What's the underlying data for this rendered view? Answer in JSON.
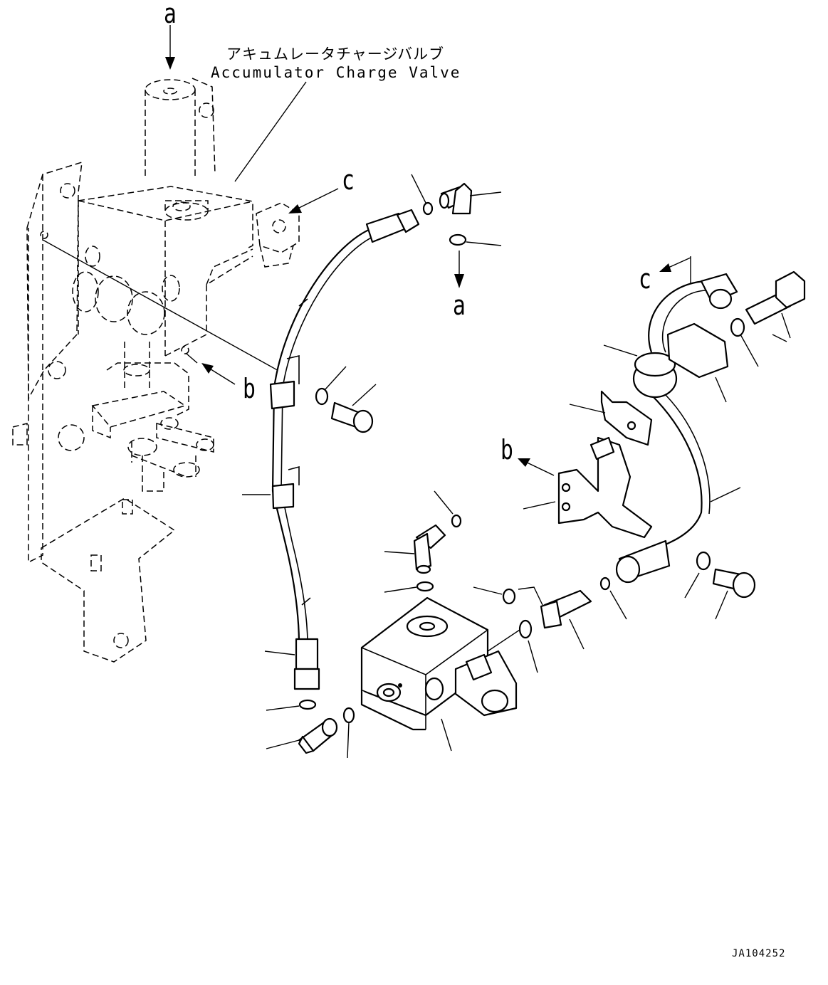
{
  "labels": {
    "a_top": "a",
    "a_bottom": "a",
    "b_left": "b",
    "b_right": "b",
    "c_left": "c",
    "c_right": "c"
  },
  "callout": {
    "jp": "アキュムレータチャージバルブ",
    "en": "Accumulator Charge Valve"
  },
  "drawing_code": "JA104252"
}
